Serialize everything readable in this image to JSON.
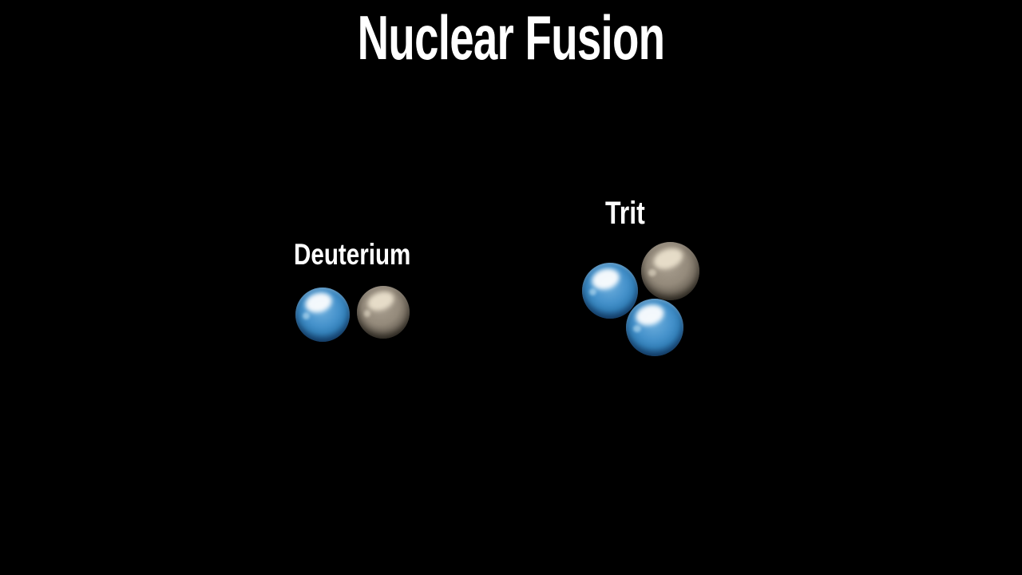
{
  "page": {
    "title": "Nuclear Fusion",
    "background_color": "#000000",
    "text_color": "#ffffff"
  },
  "groups": [
    {
      "id": "deuterium",
      "label": "Deuterium",
      "particles": [
        {
          "color_name": "blue",
          "hex": "#4793cc"
        },
        {
          "color_name": "gray",
          "hex": "#948a7b"
        }
      ]
    },
    {
      "id": "tritium",
      "label": "Trit",
      "particles": [
        {
          "color_name": "gray",
          "hex": "#948a7b"
        },
        {
          "color_name": "blue",
          "hex": "#4793cc"
        },
        {
          "color_name": "blue",
          "hex": "#4793cc"
        }
      ]
    }
  ],
  "colors": {
    "blue_particle_body": "#4793cc",
    "blue_particle_rim": "#0e3456",
    "blue_particle_highlight": "#ffffff",
    "gray_particle_body": "#948a7b",
    "gray_particle_rim": "#2d2922",
    "gray_particle_highlight": "#ebe2cd"
  }
}
